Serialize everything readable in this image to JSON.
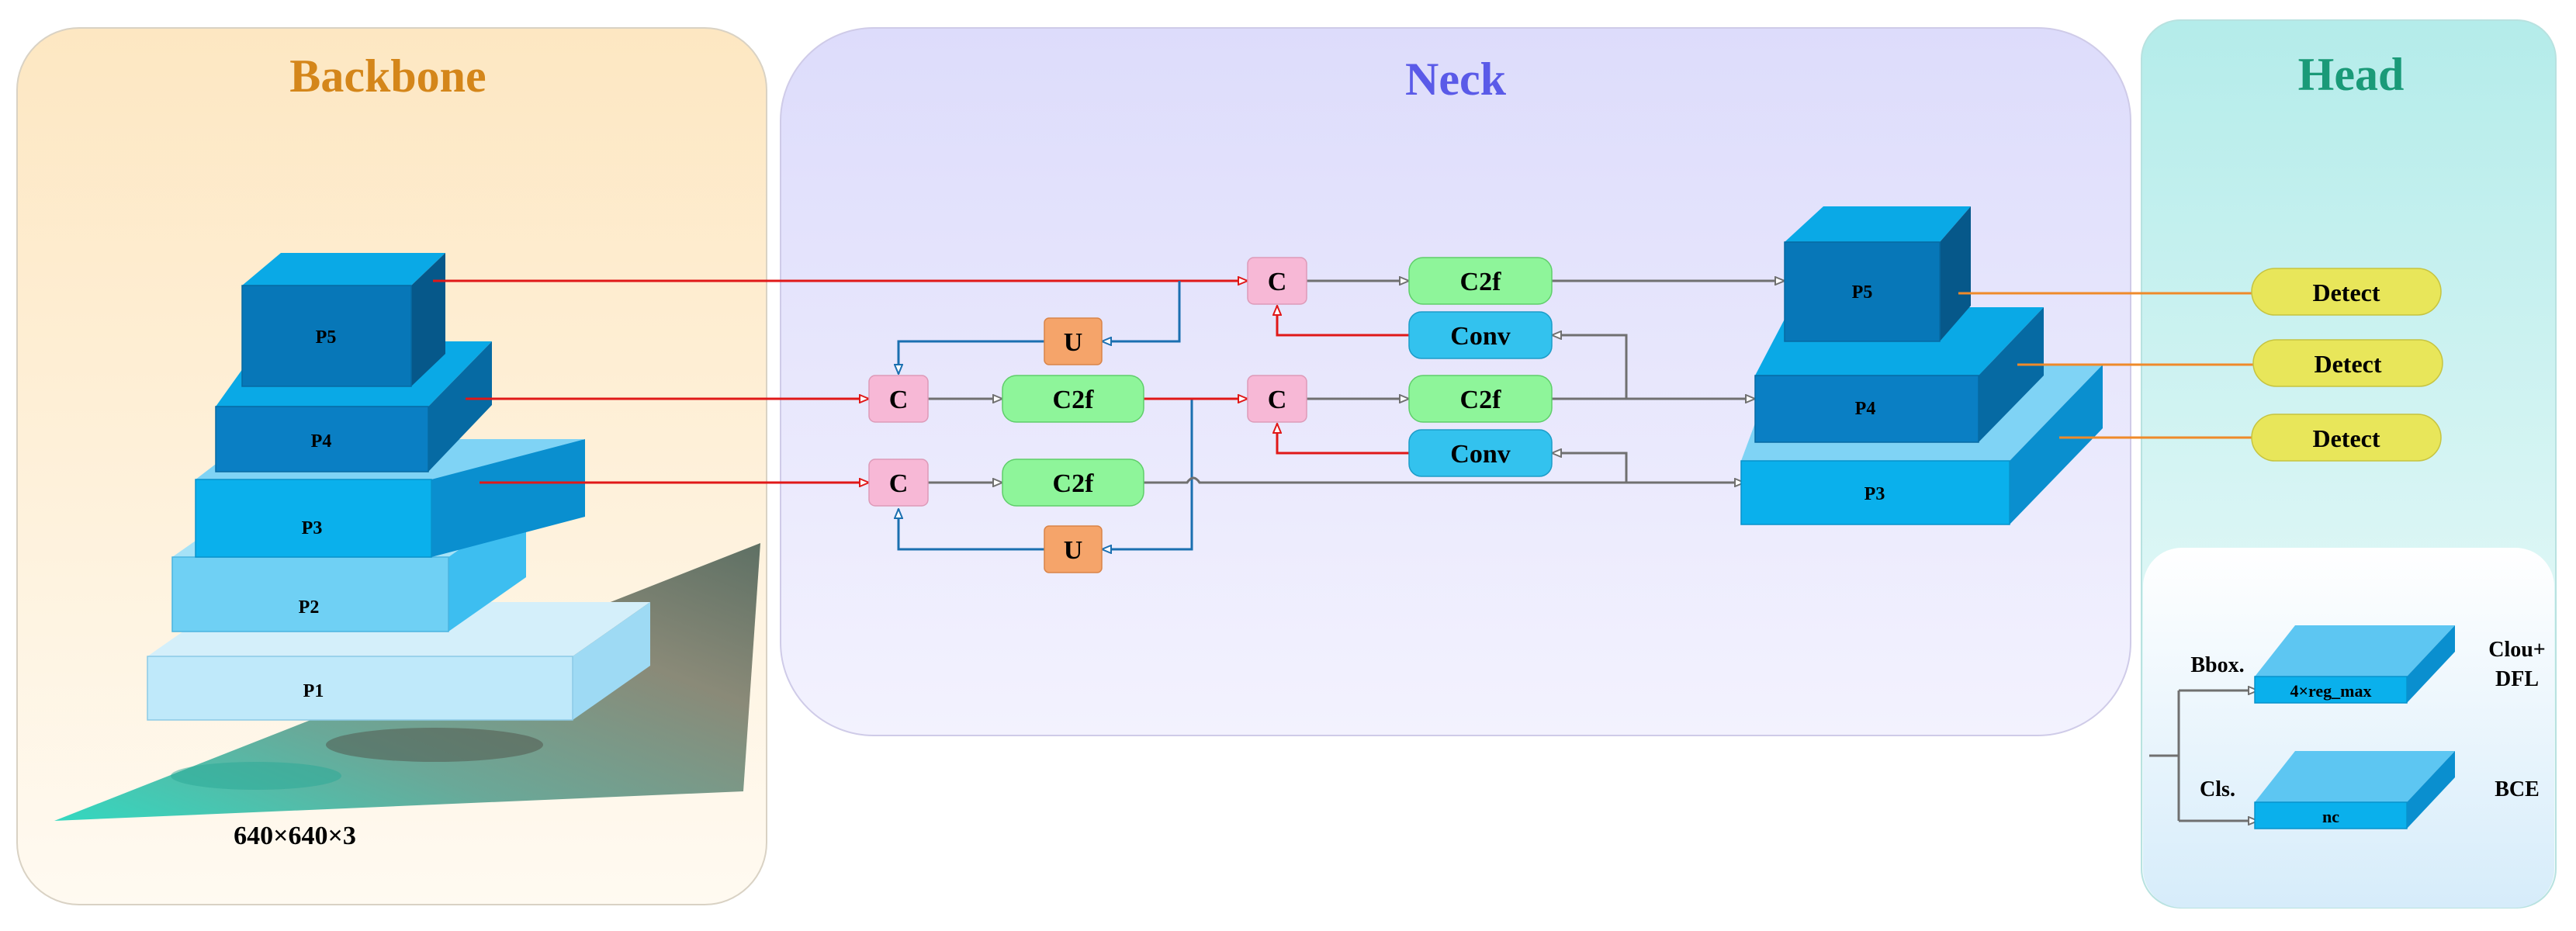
{
  "sections": {
    "backbone": "Backbone",
    "neck": "Neck",
    "head": "Head"
  },
  "backbone": {
    "input_size": "640×640×3",
    "levels": [
      "P1",
      "P2",
      "P3",
      "P4",
      "P5"
    ]
  },
  "neck": {
    "concat": "C",
    "upsample": "U",
    "c2f": "C2f",
    "conv": "Conv",
    "outputs": [
      "P5",
      "P4",
      "P3"
    ]
  },
  "head": {
    "detect": "Detect",
    "bbox_branch": "Bbox.",
    "cls_branch": "Cls.",
    "bbox_tensor": "4×reg_max",
    "cls_tensor": "nc",
    "bbox_loss_line1": "Clou+",
    "bbox_loss_line2": "DFL",
    "cls_loss": "BCE"
  },
  "colors": {
    "backbone_title": "#d4861a",
    "neck_title": "#5a5ae8",
    "head_title": "#1a9a78",
    "concat_fill": "#f7b8d6",
    "upsample_fill": "#f5a46a",
    "c2f_fill": "#8ef59a",
    "conv_fill": "#33c2ee",
    "detect_fill": "#e8e65a",
    "arrow_red": "#e01818",
    "arrow_blue": "#1a6fb0",
    "arrow_gray": "#707070",
    "arrow_orange": "#ef8a2a"
  }
}
